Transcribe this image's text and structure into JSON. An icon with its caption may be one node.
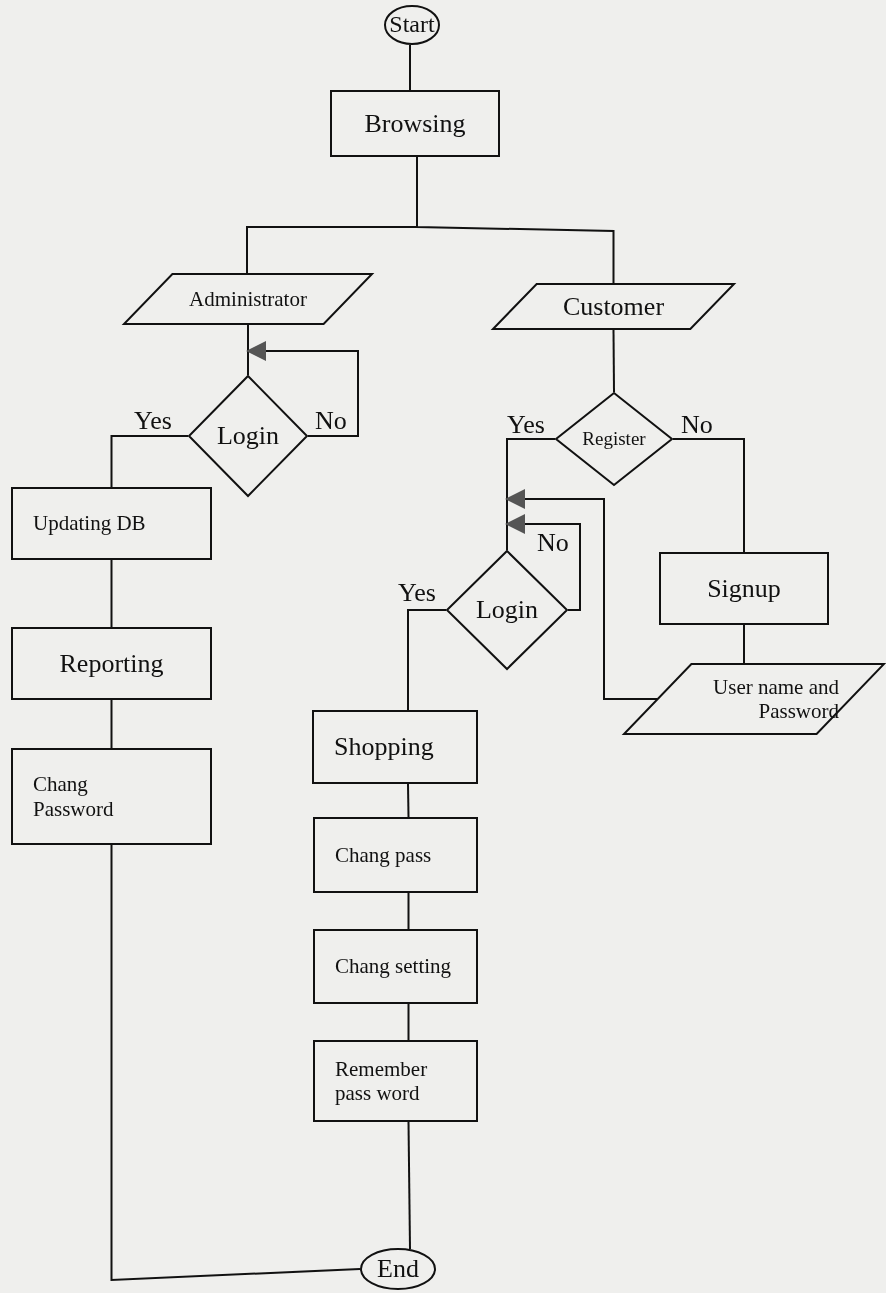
{
  "diagram": {
    "nodes": [
      {
        "text": [
          "Start"
        ]
      },
      {
        "text": [
          "Browsing"
        ]
      },
      {
        "text": [
          "Administrator"
        ]
      },
      {
        "text": [
          "Customer"
        ]
      },
      {
        "text": [
          "Login"
        ]
      },
      {
        "text": [
          "Register"
        ]
      },
      {
        "text": [
          "Updating DB"
        ]
      },
      {
        "text": [
          "Login"
        ]
      },
      {
        "text": [
          "Signup"
        ]
      },
      {
        "text": [
          "User name and Password"
        ]
      },
      {
        "text": [
          "Reporting"
        ]
      },
      {
        "text": [
          "Shopping"
        ]
      },
      {
        "text": [
          "Chang Password"
        ]
      },
      {
        "text": [
          "Chang pass"
        ]
      },
      {
        "text": [
          "Chang setting"
        ]
      },
      {
        "text": [
          "Remember pass word"
        ]
      },
      {
        "text": [
          "End"
        ]
      }
    ],
    "edges": [
      {
        "from": 0,
        "to": 1,
        "arrow": "none"
      },
      {
        "from": 1,
        "to": 2,
        "arrow": "none"
      },
      {
        "from": 1,
        "to": 3,
        "arrow": "none"
      },
      {
        "from": 2,
        "to": 4,
        "arrow": "none"
      },
      {
        "from": 4,
        "to": 4,
        "arrow": "to",
        "label": "No"
      },
      {
        "from": 4,
        "to": 6,
        "arrow": "none",
        "label": "Yes"
      },
      {
        "from": 3,
        "to": 5,
        "arrow": "none"
      },
      {
        "from": 5,
        "to": 7,
        "arrow": "none",
        "label": "Yes"
      },
      {
        "from": 5,
        "to": 8,
        "arrow": "none",
        "label": "No"
      },
      {
        "from": 7,
        "to": 7,
        "arrow": "to",
        "label": "No"
      },
      {
        "from": 8,
        "to": 9,
        "arrow": "none"
      },
      {
        "from": 9,
        "to": 7,
        "arrow": "to"
      },
      {
        "from": 7,
        "to": 11,
        "arrow": "none",
        "label": "Yes"
      },
      {
        "from": 6,
        "to": 10,
        "arrow": "none"
      },
      {
        "from": 10,
        "to": 12,
        "arrow": "none"
      },
      {
        "from": 12,
        "to": 16,
        "arrow": "none"
      },
      {
        "from": 11,
        "to": 13,
        "arrow": "none"
      },
      {
        "from": 13,
        "to": 14,
        "arrow": "none"
      },
      {
        "from": 14,
        "to": 15,
        "arrow": "none"
      },
      {
        "from": 15,
        "to": 16,
        "arrow": "none"
      }
    ]
  }
}
